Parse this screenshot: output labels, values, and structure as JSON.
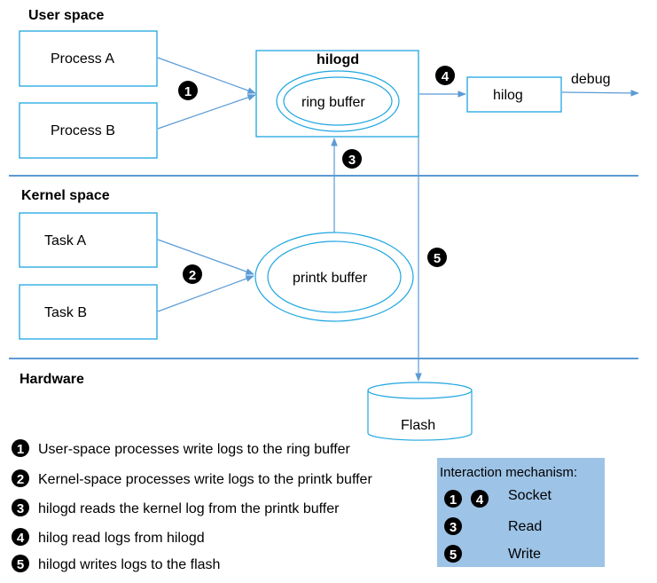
{
  "sections": {
    "user_space": "User space",
    "kernel_space": "Kernel space",
    "hardware": "Hardware"
  },
  "nodes": {
    "process_a": "Process A",
    "process_b": "Process B",
    "hilogd": "hilogd",
    "ring_buffer": "ring buffer",
    "hilog": "hilog",
    "task_a": "Task A",
    "task_b": "Task B",
    "printk_buffer": "printk buffer",
    "flash": "Flash"
  },
  "edge_labels": {
    "debug": "debug"
  },
  "badges": {
    "step1": "1",
    "step2": "2",
    "step3": "3",
    "step4": "4",
    "step5": "5"
  },
  "legend": [
    {
      "num": "1",
      "text": "User-space processes write logs to the ring buffer"
    },
    {
      "num": "2",
      "text": "Kernel-space processes write logs to the printk buffer"
    },
    {
      "num": "3",
      "text": "hilogd reads the kernel log from the printk buffer"
    },
    {
      "num": "4",
      "text": "hilog read logs from hilogd"
    },
    {
      "num": "5",
      "text": "hilogd writes logs to the flash"
    }
  ],
  "mechanism_panel": {
    "title": "Interaction mechanism:",
    "rows": [
      {
        "nums": [
          "1",
          "4"
        ],
        "label": "Socket"
      },
      {
        "nums": [
          "3"
        ],
        "label": "Read"
      },
      {
        "nums": [
          "5"
        ],
        "label": "Write"
      }
    ]
  },
  "colors": {
    "box_stroke": "#1ea6e0",
    "line": "#5b9bd5",
    "panel_bg": "#9dc3e6",
    "badge": "#000000"
  }
}
